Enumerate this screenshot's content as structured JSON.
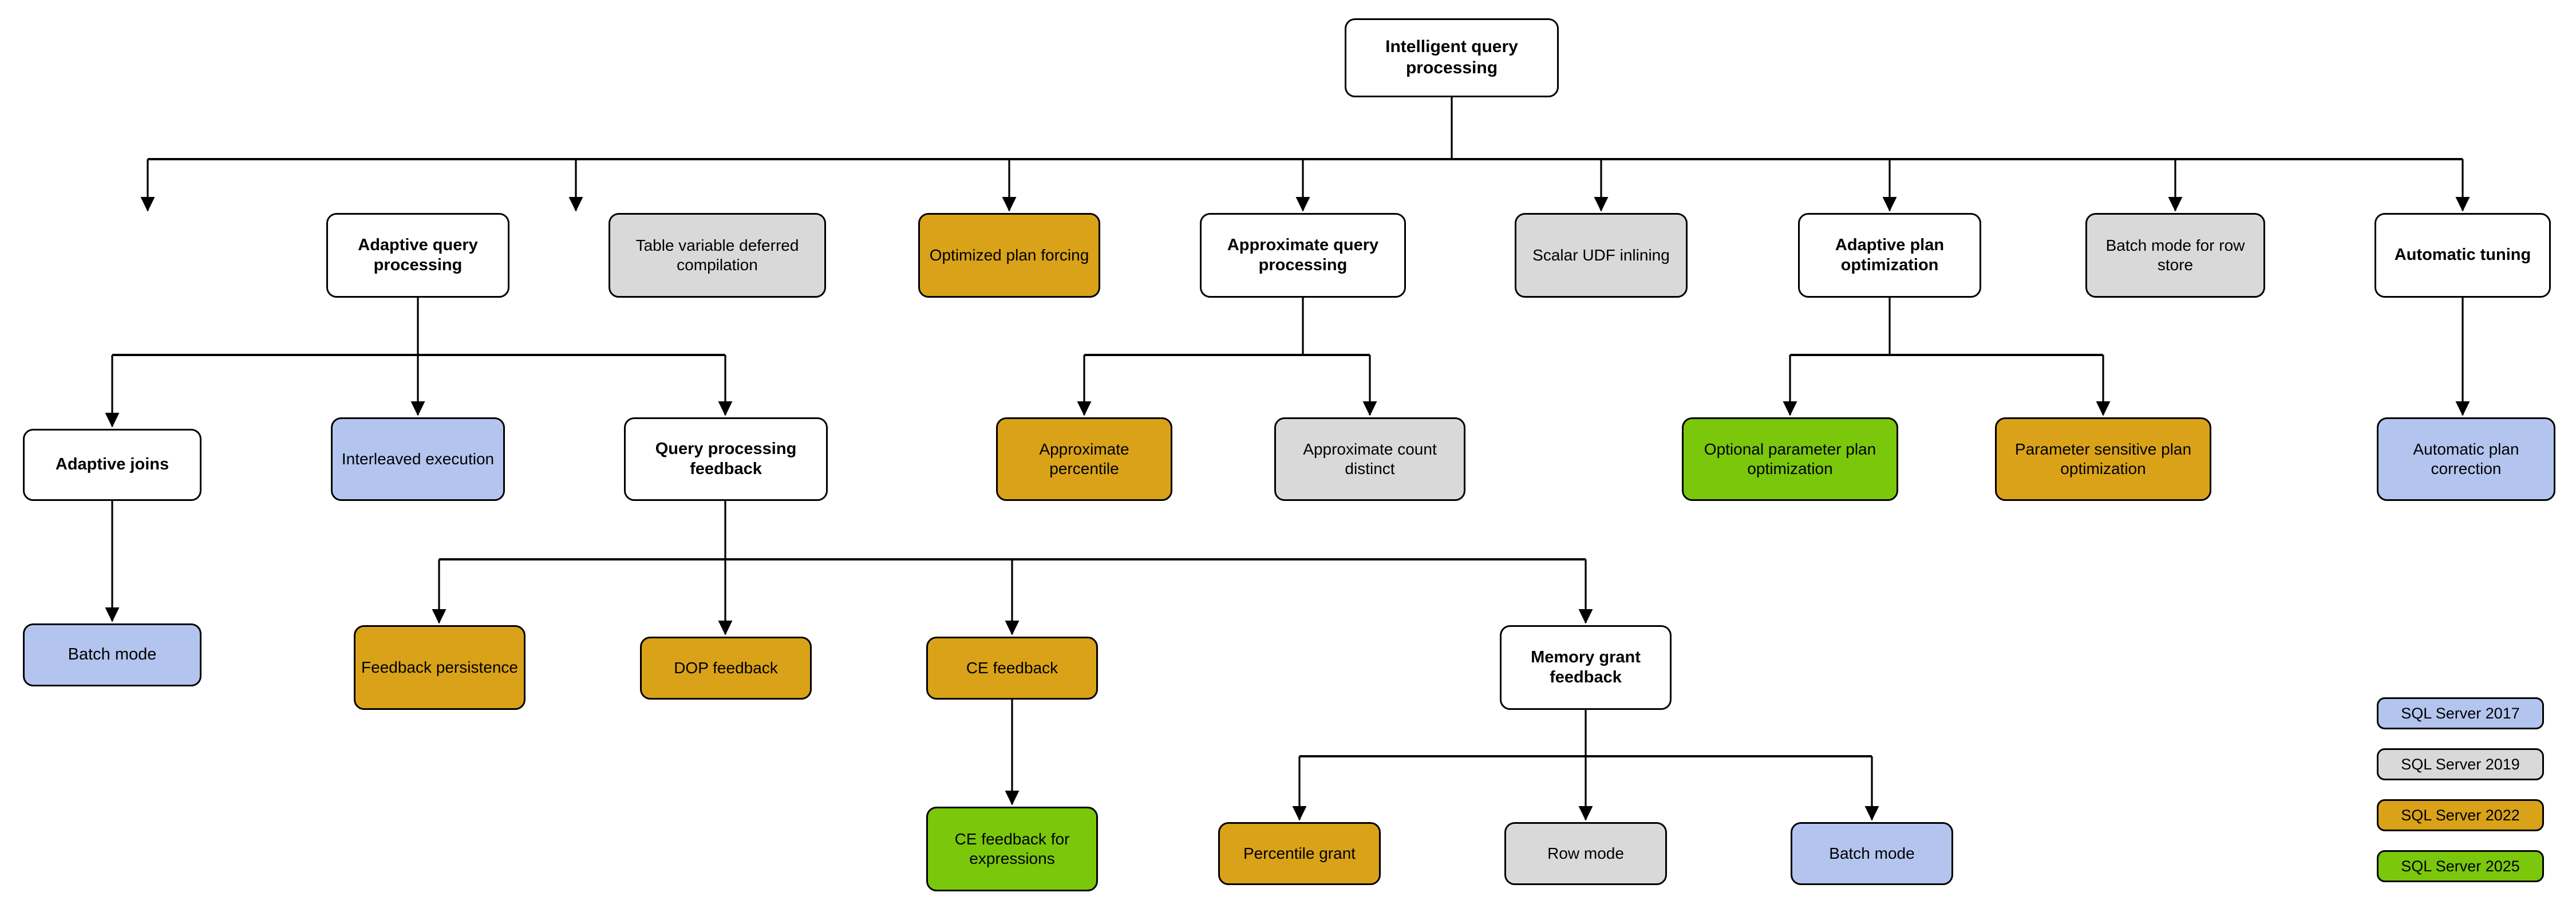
{
  "diagram": {
    "title": "Intelligent query processing",
    "type": "hierarchy-tree",
    "root": {
      "id": "root",
      "label": "Intelligent query processing",
      "fill": "white",
      "bold": true
    },
    "nodes": [
      {
        "id": "adaptive-query-processing",
        "label": "Adaptive query processing",
        "fill": "white",
        "bold": true,
        "level": 2
      },
      {
        "id": "table-variable-deferred-compilation",
        "label": "Table variable deferred compilation",
        "fill": "gray",
        "bold": false,
        "level": 2
      },
      {
        "id": "optimized-plan-forcing",
        "label": "Optimized plan forcing",
        "fill": "orange",
        "bold": false,
        "level": 2
      },
      {
        "id": "approximate-query-processing",
        "label": "Approximate query processing",
        "fill": "white",
        "bold": true,
        "level": 2
      },
      {
        "id": "scalar-udf-inlining",
        "label": "Scalar UDF inlining",
        "fill": "gray",
        "bold": false,
        "level": 2
      },
      {
        "id": "adaptive-plan-optimization",
        "label": "Adaptive plan optimization",
        "fill": "white",
        "bold": true,
        "level": 2
      },
      {
        "id": "batch-mode-for-row-store",
        "label": "Batch mode for row store",
        "fill": "gray",
        "bold": false,
        "level": 2
      },
      {
        "id": "automatic-tuning",
        "label": "Automatic tuning",
        "fill": "white",
        "bold": true,
        "level": 2
      },
      {
        "id": "adaptive-joins",
        "label": "Adaptive joins",
        "fill": "white",
        "bold": true,
        "level": 3
      },
      {
        "id": "interleaved-execution",
        "label": "Interleaved execution",
        "fill": "blue",
        "bold": false,
        "level": 3
      },
      {
        "id": "query-processing-feedback",
        "label": "Query processing feedback",
        "fill": "white",
        "bold": true,
        "level": 3
      },
      {
        "id": "approximate-percentile",
        "label": "Approximate percentile",
        "fill": "orange",
        "bold": false,
        "level": 3
      },
      {
        "id": "approximate-count-distinct",
        "label": "Approximate count distinct",
        "fill": "gray",
        "bold": false,
        "level": 3
      },
      {
        "id": "optional-parameter-plan-optimization",
        "label": "Optional parameter plan optimization",
        "fill": "green",
        "bold": false,
        "level": 3
      },
      {
        "id": "parameter-sensitive-plan-optimization",
        "label": "Parameter sensitive plan optimization",
        "fill": "orange",
        "bold": false,
        "level": 3
      },
      {
        "id": "automatic-plan-correction",
        "label": "Automatic plan correction",
        "fill": "blue",
        "bold": false,
        "level": 3
      },
      {
        "id": "batch-mode-adaptive-joins",
        "label": "Batch mode",
        "fill": "blue",
        "bold": false,
        "level": 4
      },
      {
        "id": "feedback-persistence",
        "label": "Feedback persistence",
        "fill": "orange",
        "bold": false,
        "level": 4
      },
      {
        "id": "dop-feedback",
        "label": "DOP feedback",
        "fill": "orange",
        "bold": false,
        "level": 4
      },
      {
        "id": "ce-feedback",
        "label": "CE feedback",
        "fill": "orange",
        "bold": false,
        "level": 4
      },
      {
        "id": "memory-grant-feedback",
        "label": "Memory grant feedback",
        "fill": "white",
        "bold": true,
        "level": 4
      },
      {
        "id": "ce-feedback-for-expressions",
        "label": "CE feedback for expressions",
        "fill": "green",
        "bold": false,
        "level": 5
      },
      {
        "id": "percentile-grant",
        "label": "Percentile grant",
        "fill": "orange",
        "bold": false,
        "level": 5
      },
      {
        "id": "row-mode",
        "label": "Row mode",
        "fill": "gray",
        "bold": false,
        "level": 5
      },
      {
        "id": "batch-mode-memory-grant",
        "label": "Batch mode",
        "fill": "blue",
        "bold": false,
        "level": 5
      }
    ],
    "edges": [
      {
        "from": "root",
        "to": "adaptive-query-processing"
      },
      {
        "from": "root",
        "to": "table-variable-deferred-compilation"
      },
      {
        "from": "root",
        "to": "optimized-plan-forcing"
      },
      {
        "from": "root",
        "to": "approximate-query-processing"
      },
      {
        "from": "root",
        "to": "scalar-udf-inlining"
      },
      {
        "from": "root",
        "to": "adaptive-plan-optimization"
      },
      {
        "from": "root",
        "to": "batch-mode-for-row-store"
      },
      {
        "from": "root",
        "to": "automatic-tuning"
      },
      {
        "from": "adaptive-query-processing",
        "to": "adaptive-joins"
      },
      {
        "from": "adaptive-query-processing",
        "to": "interleaved-execution"
      },
      {
        "from": "adaptive-query-processing",
        "to": "query-processing-feedback"
      },
      {
        "from": "approximate-query-processing",
        "to": "approximate-percentile"
      },
      {
        "from": "approximate-query-processing",
        "to": "approximate-count-distinct"
      },
      {
        "from": "adaptive-plan-optimization",
        "to": "optional-parameter-plan-optimization"
      },
      {
        "from": "adaptive-plan-optimization",
        "to": "parameter-sensitive-plan-optimization"
      },
      {
        "from": "automatic-tuning",
        "to": "automatic-plan-correction"
      },
      {
        "from": "adaptive-joins",
        "to": "batch-mode-adaptive-joins"
      },
      {
        "from": "query-processing-feedback",
        "to": "feedback-persistence"
      },
      {
        "from": "query-processing-feedback",
        "to": "dop-feedback"
      },
      {
        "from": "query-processing-feedback",
        "to": "ce-feedback"
      },
      {
        "from": "query-processing-feedback",
        "to": "memory-grant-feedback"
      },
      {
        "from": "ce-feedback",
        "to": "ce-feedback-for-expressions"
      },
      {
        "from": "memory-grant-feedback",
        "to": "percentile-grant"
      },
      {
        "from": "memory-grant-feedback",
        "to": "row-mode"
      },
      {
        "from": "memory-grant-feedback",
        "to": "batch-mode-memory-grant"
      }
    ]
  },
  "legend": {
    "items": [
      {
        "id": "sql-server-2017",
        "label": "SQL Server 2017",
        "fill": "blue",
        "color": "#b3c5ef"
      },
      {
        "id": "sql-server-2019",
        "label": "SQL Server 2019",
        "fill": "gray",
        "color": "#d9d9d9"
      },
      {
        "id": "sql-server-2022",
        "label": "SQL Server 2022",
        "fill": "orange",
        "color": "#d9a218"
      },
      {
        "id": "sql-server-2025",
        "label": "SQL Server 2025",
        "fill": "green",
        "color": "#7ac70c"
      }
    ]
  },
  "colors": {
    "white": "#ffffff",
    "gray": "#d9d9d9",
    "orange": "#d9a218",
    "blue": "#b3c5ef",
    "green": "#7ac70c",
    "stroke": "#000000"
  }
}
